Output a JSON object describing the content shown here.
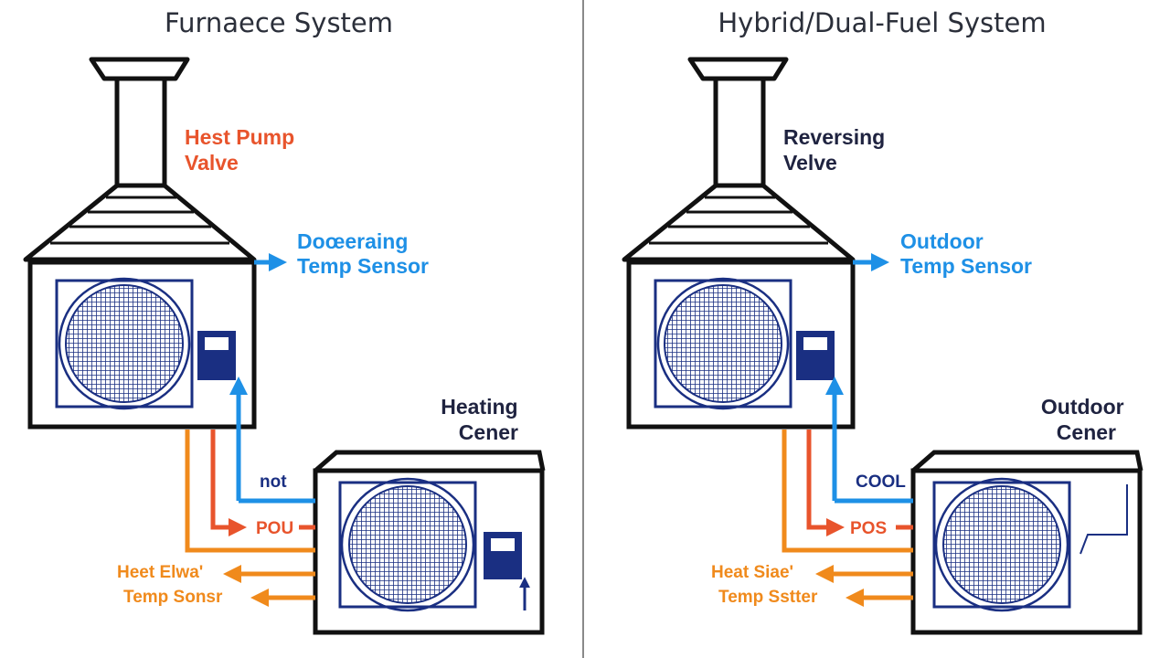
{
  "colors": {
    "outline": "#111111",
    "navy": "#1a2f82",
    "orange": "#f08a1c",
    "red_orange": "#e8542c",
    "blue": "#1e90e6",
    "dark_text": "#1f2340",
    "divider": "#8a8a8a"
  },
  "left": {
    "title": "Furnaece System",
    "top_label": [
      "Hest Pump",
      "Valve"
    ],
    "sensor_label": [
      "Doœeraing",
      "Temp Sensor"
    ],
    "center_label": [
      "Heating",
      "Cener"
    ],
    "line_labels": {
      "upper": "not",
      "middle": "POU",
      "lower_1": "Heet Elwa'",
      "lower_2": "Temp Sonsr"
    }
  },
  "right": {
    "title": "Hybrid/Dual-Fuel System",
    "top_label": [
      "Reversing",
      "Velve"
    ],
    "sensor_label": [
      "Outdoor",
      "Temp Sensor"
    ],
    "center_label": [
      "Outdoor",
      "Cener"
    ],
    "line_labels": {
      "upper": "COOL",
      "middle": "POS",
      "lower_1": "Heat Siae'",
      "lower_2": "Temp Sstter"
    }
  }
}
